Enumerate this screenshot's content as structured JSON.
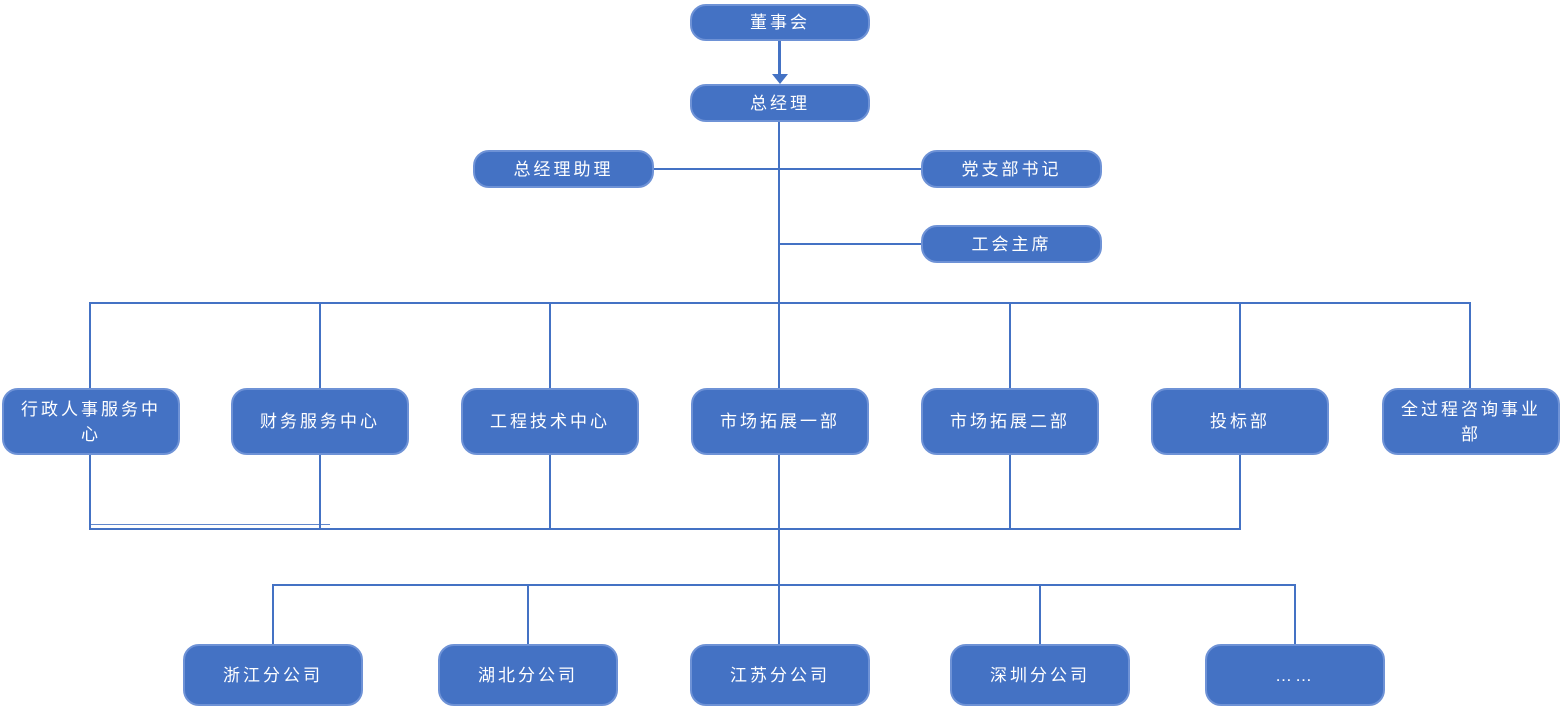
{
  "diagram": {
    "type": "org-chart",
    "nodes": {
      "board": "董事会",
      "general_manager": "总经理",
      "gm_assistant": "总经理助理",
      "party_branch_secretary": "党支部书记",
      "union_chairman": "工会主席",
      "dept_admin_hr_center": "行政人事服务中心",
      "dept_finance_center": "财务服务中心",
      "dept_engineering_center": "工程技术中心",
      "dept_market_expansion_1": "市场拓展一部",
      "dept_market_expansion_2": "市场拓展二部",
      "dept_bidding": "投标部",
      "dept_whole_process_consulting": "全过程咨询事业部",
      "branch_zhejiang": "浙江分公司",
      "branch_hubei": "湖北分公司",
      "branch_jiangsu": "江苏分公司",
      "branch_shenzhen": "深圳分公司",
      "branch_more": "……"
    },
    "edges": [
      {
        "from": "board",
        "to": "general_manager",
        "arrow": true
      },
      {
        "from": "general_manager",
        "to": "gm_assistant"
      },
      {
        "from": "general_manager",
        "to": "party_branch_secretary"
      },
      {
        "from": "general_manager",
        "to": "union_chairman"
      },
      {
        "from": "general_manager",
        "to": "dept_admin_hr_center"
      },
      {
        "from": "general_manager",
        "to": "dept_finance_center"
      },
      {
        "from": "general_manager",
        "to": "dept_engineering_center"
      },
      {
        "from": "general_manager",
        "to": "dept_market_expansion_1"
      },
      {
        "from": "general_manager",
        "to": "dept_market_expansion_2"
      },
      {
        "from": "general_manager",
        "to": "dept_bidding"
      },
      {
        "from": "general_manager",
        "to": "dept_whole_process_consulting"
      }
    ],
    "connector_buses": [
      {
        "name": "department-bus",
        "members": [
          "dept_admin_hr_center",
          "dept_finance_center",
          "dept_engineering_center",
          "dept_market_expansion_1",
          "dept_market_expansion_2",
          "dept_bidding"
        ]
      },
      {
        "name": "branch-bus",
        "connected_to": "department-bus",
        "members": [
          "branch_zhejiang",
          "branch_hubei",
          "branch_jiangsu",
          "branch_shenzhen",
          "branch_more"
        ]
      }
    ],
    "colors": {
      "node_fill": "#4472C4",
      "node_border": "#6E92D6",
      "line": "#4472C4",
      "node_text": "#FFFFFF",
      "bg": "#FFFFFF"
    }
  }
}
